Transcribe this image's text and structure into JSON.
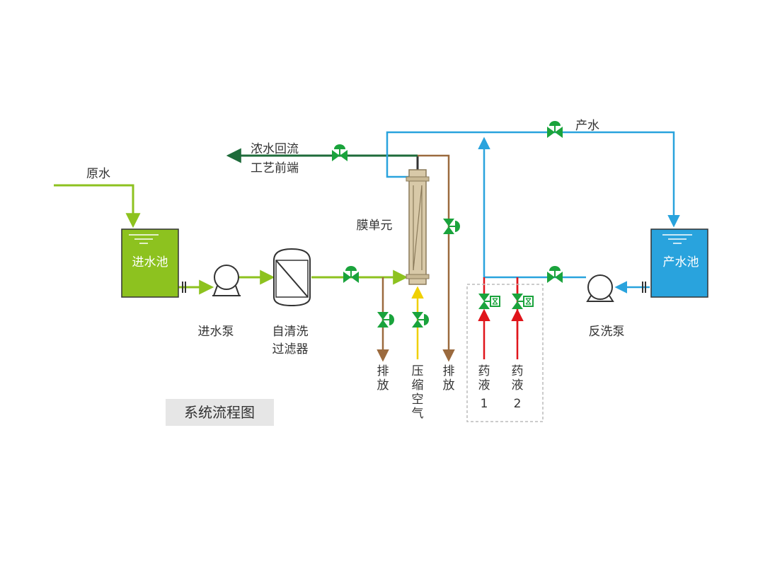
{
  "labels": {
    "raw_water": "原水",
    "inlet_tank": "进水池",
    "inlet_pump": "进水泵",
    "filter_line1": "自清洗",
    "filter_line2": "过滤器",
    "membrane_unit": "膜单元",
    "concentrate_line1": "浓水回流",
    "concentrate_line2": "工艺前端",
    "product_water": "产水",
    "product_tank": "产水池",
    "backwash_pump": "反洗泵",
    "drain1": [
      "排",
      "放"
    ],
    "compressed_air": [
      "压",
      "缩",
      "空",
      "气"
    ],
    "drain2": [
      "排",
      "放"
    ],
    "chem1": [
      "药",
      "液",
      "1"
    ],
    "chem2": [
      "药",
      "液",
      "2"
    ],
    "title": "系统流程图"
  },
  "colors": {
    "feed_line": "#8dc21f",
    "product_line": "#29a3dd",
    "concentrate_line": "#1e6b3a",
    "drain_line": "#9b6a3e",
    "air_line": "#f0d000",
    "chem_line": "#e0151b",
    "valve": "#1aa33c",
    "inlet_tank_fill": "#8dc21f",
    "product_tank_fill": "#29a3dd",
    "membrane_fill": "#d8c9a8",
    "title_bg": "#e6e6e6"
  }
}
